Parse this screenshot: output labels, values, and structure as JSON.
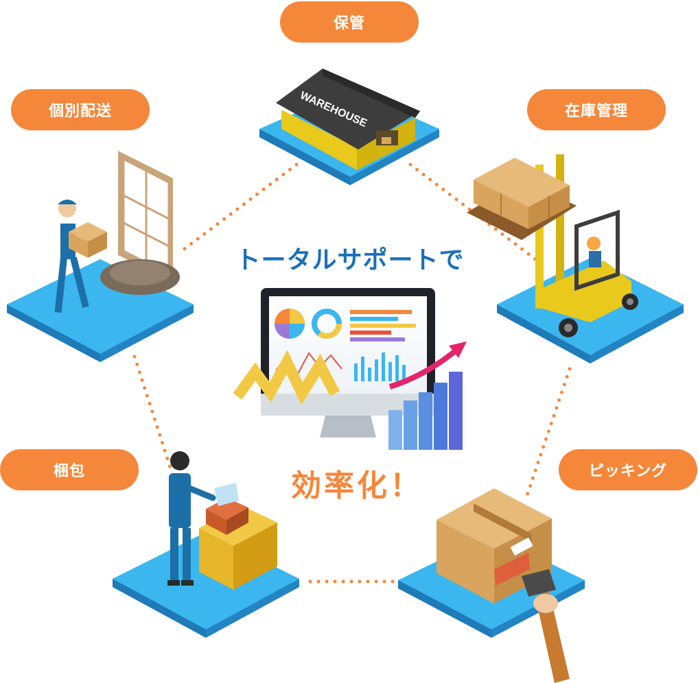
{
  "title": "トータルサポートで",
  "result": "効率化！",
  "stages": {
    "storage": "保管",
    "inventory": "在庫管理",
    "picking": "ピッキング",
    "packing": "梱包",
    "delivery": "個別配送"
  },
  "warehouse_sign": "WAREHOUSE",
  "colors": {
    "accent": "#f5873a",
    "title": "#1a6fb8",
    "platform": "#3bb6ee",
    "platform_side": "#2a8fd0"
  }
}
